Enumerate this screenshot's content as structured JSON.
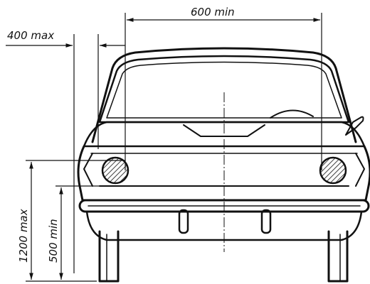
{
  "dimensions": {
    "width_min": "600 min",
    "offset_max": "400 max",
    "height_max": "1200 max",
    "height_min": "500 min"
  },
  "colors": {
    "ink": "#111111",
    "paper": "#ffffff"
  }
}
